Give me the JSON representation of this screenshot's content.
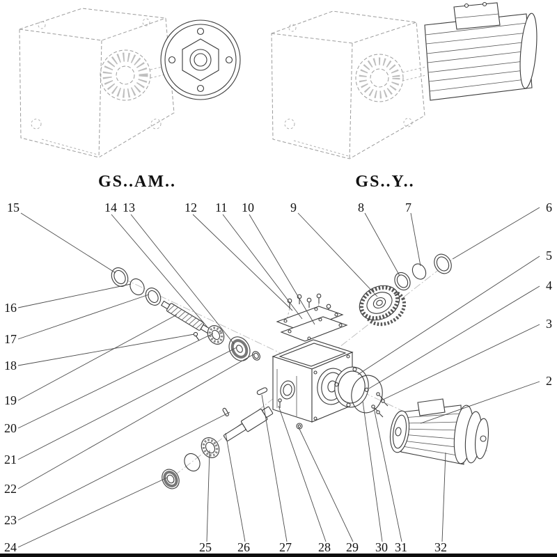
{
  "page": {
    "models": [
      {
        "label": "GS..AM.."
      },
      {
        "label": "GS..Y.."
      }
    ],
    "callouts": {
      "c2": "2",
      "c3": "3",
      "c4": "4",
      "c5": "5",
      "c6": "6",
      "c7": "7",
      "c8": "8",
      "c9": "9",
      "c10": "10",
      "c11": "11",
      "c12": "12",
      "c13": "13",
      "c14": "14",
      "c15": "15",
      "c16": "16",
      "c17": "17",
      "c18": "18",
      "c19": "19",
      "c20": "20",
      "c21": "21",
      "c22": "22",
      "c23": "23",
      "c24": "24",
      "c25": "25",
      "c26": "26",
      "c27": "27",
      "c28": "28",
      "c29": "29",
      "c30": "30",
      "c31": "31",
      "c32": "32"
    },
    "colors": {
      "line": "#3a3a3a",
      "dashed": "#9b9b9b",
      "text": "#111111",
      "background": "#ffffff"
    }
  }
}
